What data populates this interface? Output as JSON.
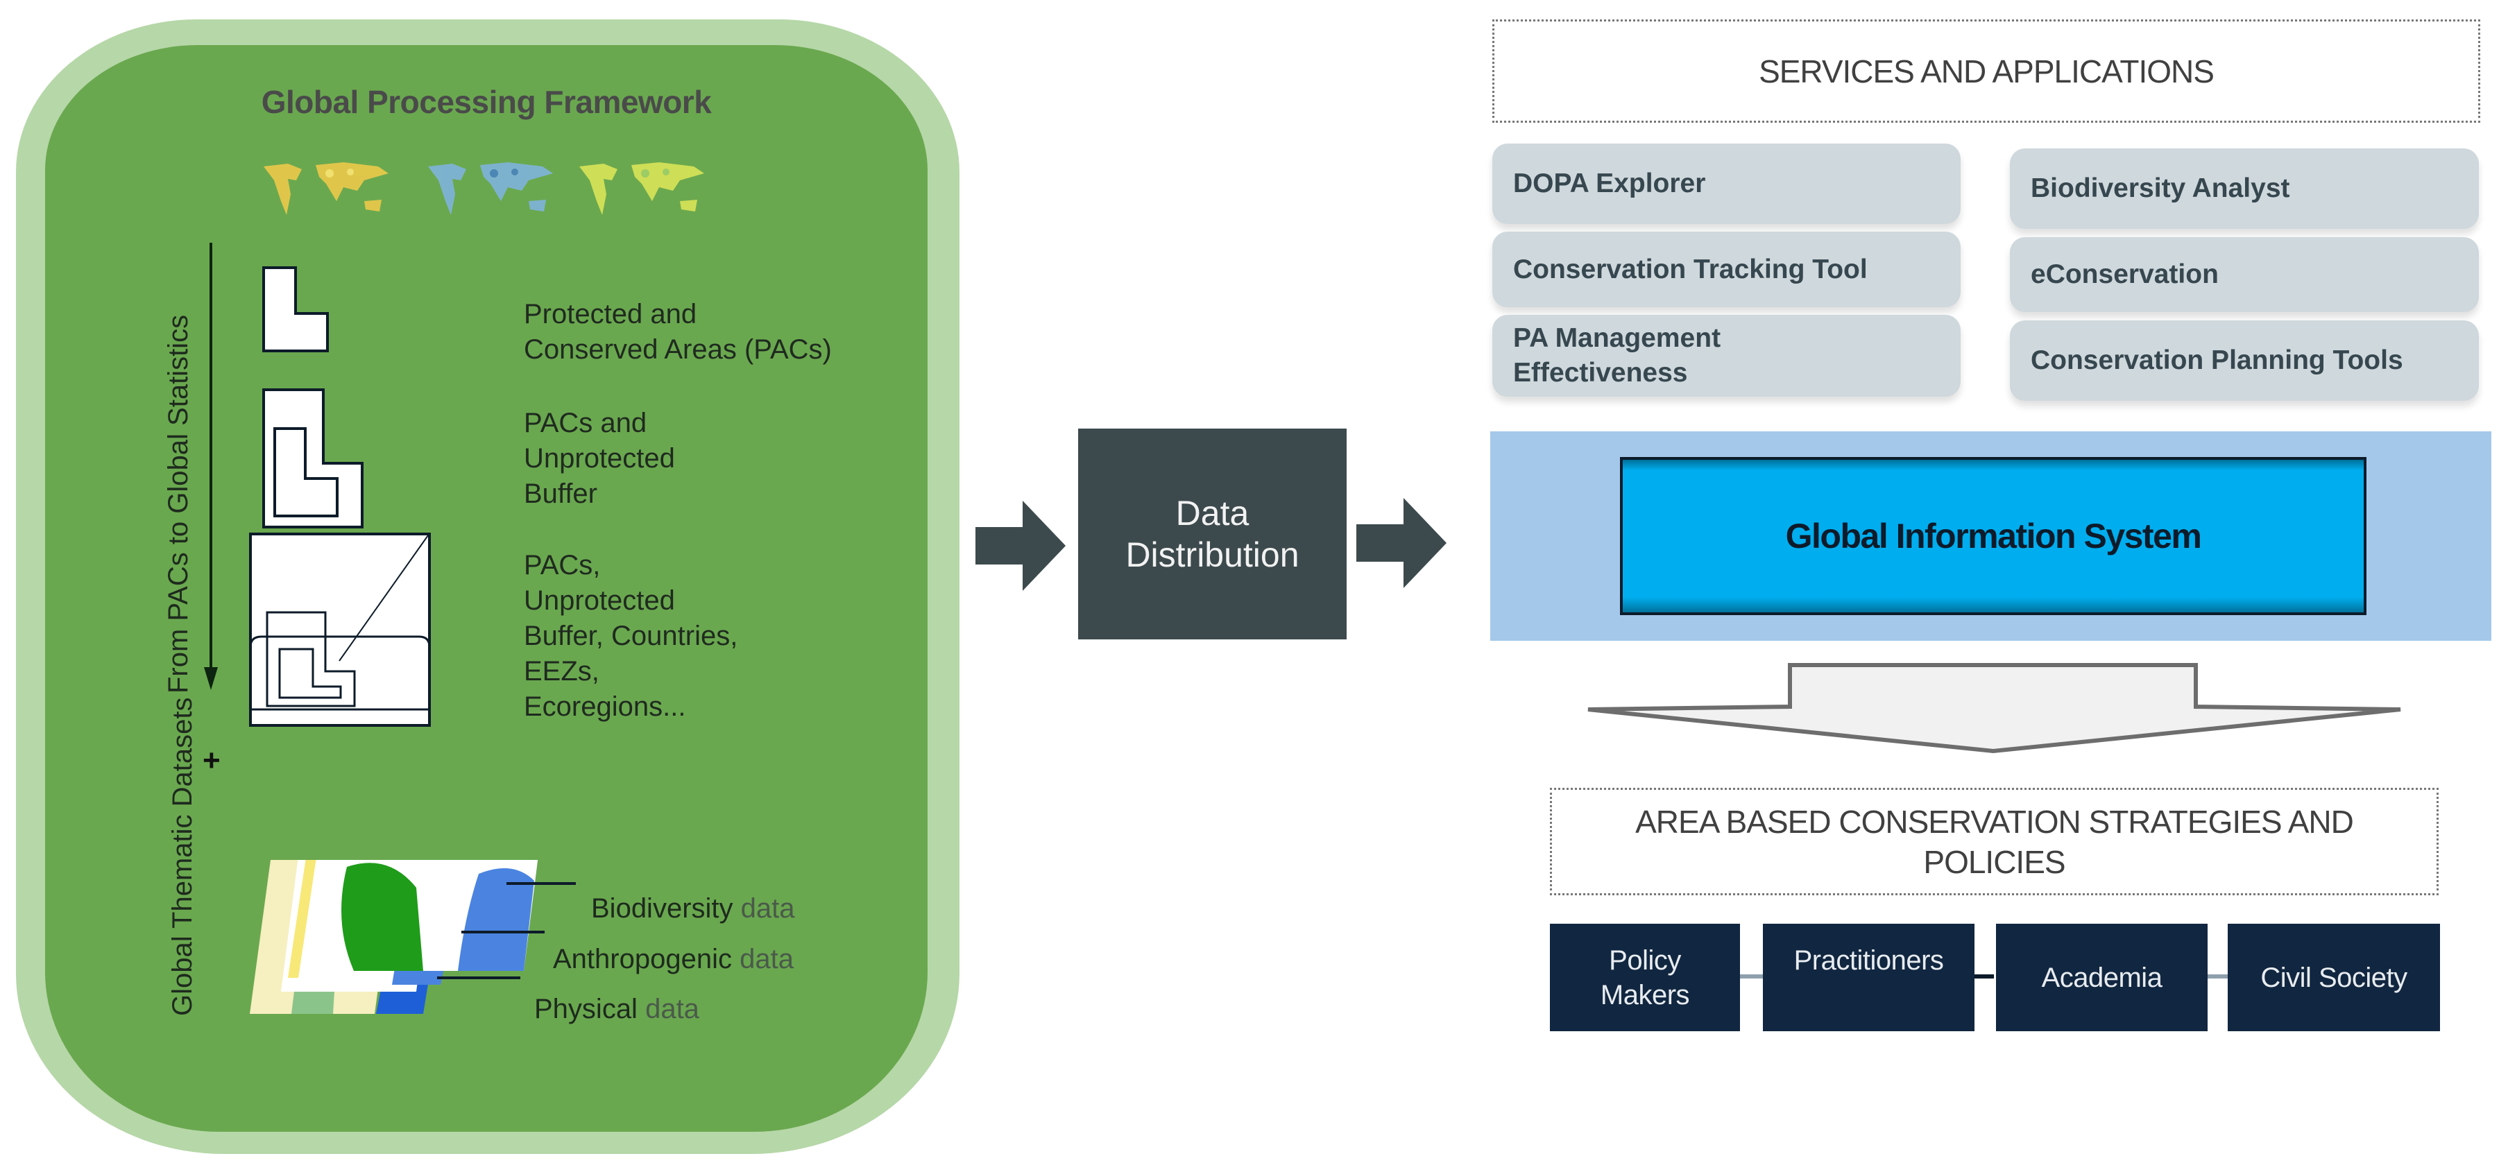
{
  "framework": {
    "title": "Global Processing Framework",
    "maps": [
      "world-map-yellow",
      "world-map-blue",
      "world-map-green"
    ],
    "axis_label_top": "From PACs to Global Statistics",
    "axis_label_bottom": "Global Thematic Datasets",
    "plus": "+",
    "levels": [
      {
        "icon": "pac-shape-icon",
        "lines": [
          "Protected and",
          "Conserved Areas (PACs)"
        ]
      },
      {
        "icon": "pac-buffer-icon",
        "lines": [
          "PACs and",
          "Unprotected",
          "Buffer"
        ]
      },
      {
        "icon": "pac-regions-icon",
        "lines": [
          "PACs,",
          "Unprotected",
          "Buffer, Countries,",
          "EEZs,",
          "Ecoregions..."
        ]
      }
    ],
    "datasets": [
      {
        "name": "Biodiversity",
        "suffix": "data"
      },
      {
        "name": "Anthropogenic",
        "suffix": "data"
      },
      {
        "name": "Physical",
        "suffix": "data"
      }
    ],
    "colors": {
      "outer": "#b6d7a8",
      "inner": "#6aa84f"
    }
  },
  "distribution": {
    "lines": [
      "Data",
      "Distribution"
    ],
    "color": "#3d4a4d"
  },
  "services": {
    "title": "SERVICES AND APPLICATIONS",
    "left": [
      {
        "label": "DOPA Explorer"
      },
      {
        "label": "Conservation Tracking Tool"
      },
      {
        "label": "PA Management Effectiveness"
      }
    ],
    "right": [
      {
        "label": "Biodiversity Analyst"
      },
      {
        "label": "eConservation"
      },
      {
        "label": "Conservation Planning Tools"
      }
    ]
  },
  "gis": {
    "label": "Global Information System",
    "band_color": "#a4c8ea",
    "box_color": "#00aeef"
  },
  "policies": {
    "title_line1": "AREA BASED CONSERVATION STRATEGIES AND",
    "title_line2": "POLICIES"
  },
  "stakeholders": [
    {
      "label": "Policy Makers"
    },
    {
      "label": "Practitioners"
    },
    {
      "label": "Academia"
    },
    {
      "label": "Civil Society"
    }
  ]
}
